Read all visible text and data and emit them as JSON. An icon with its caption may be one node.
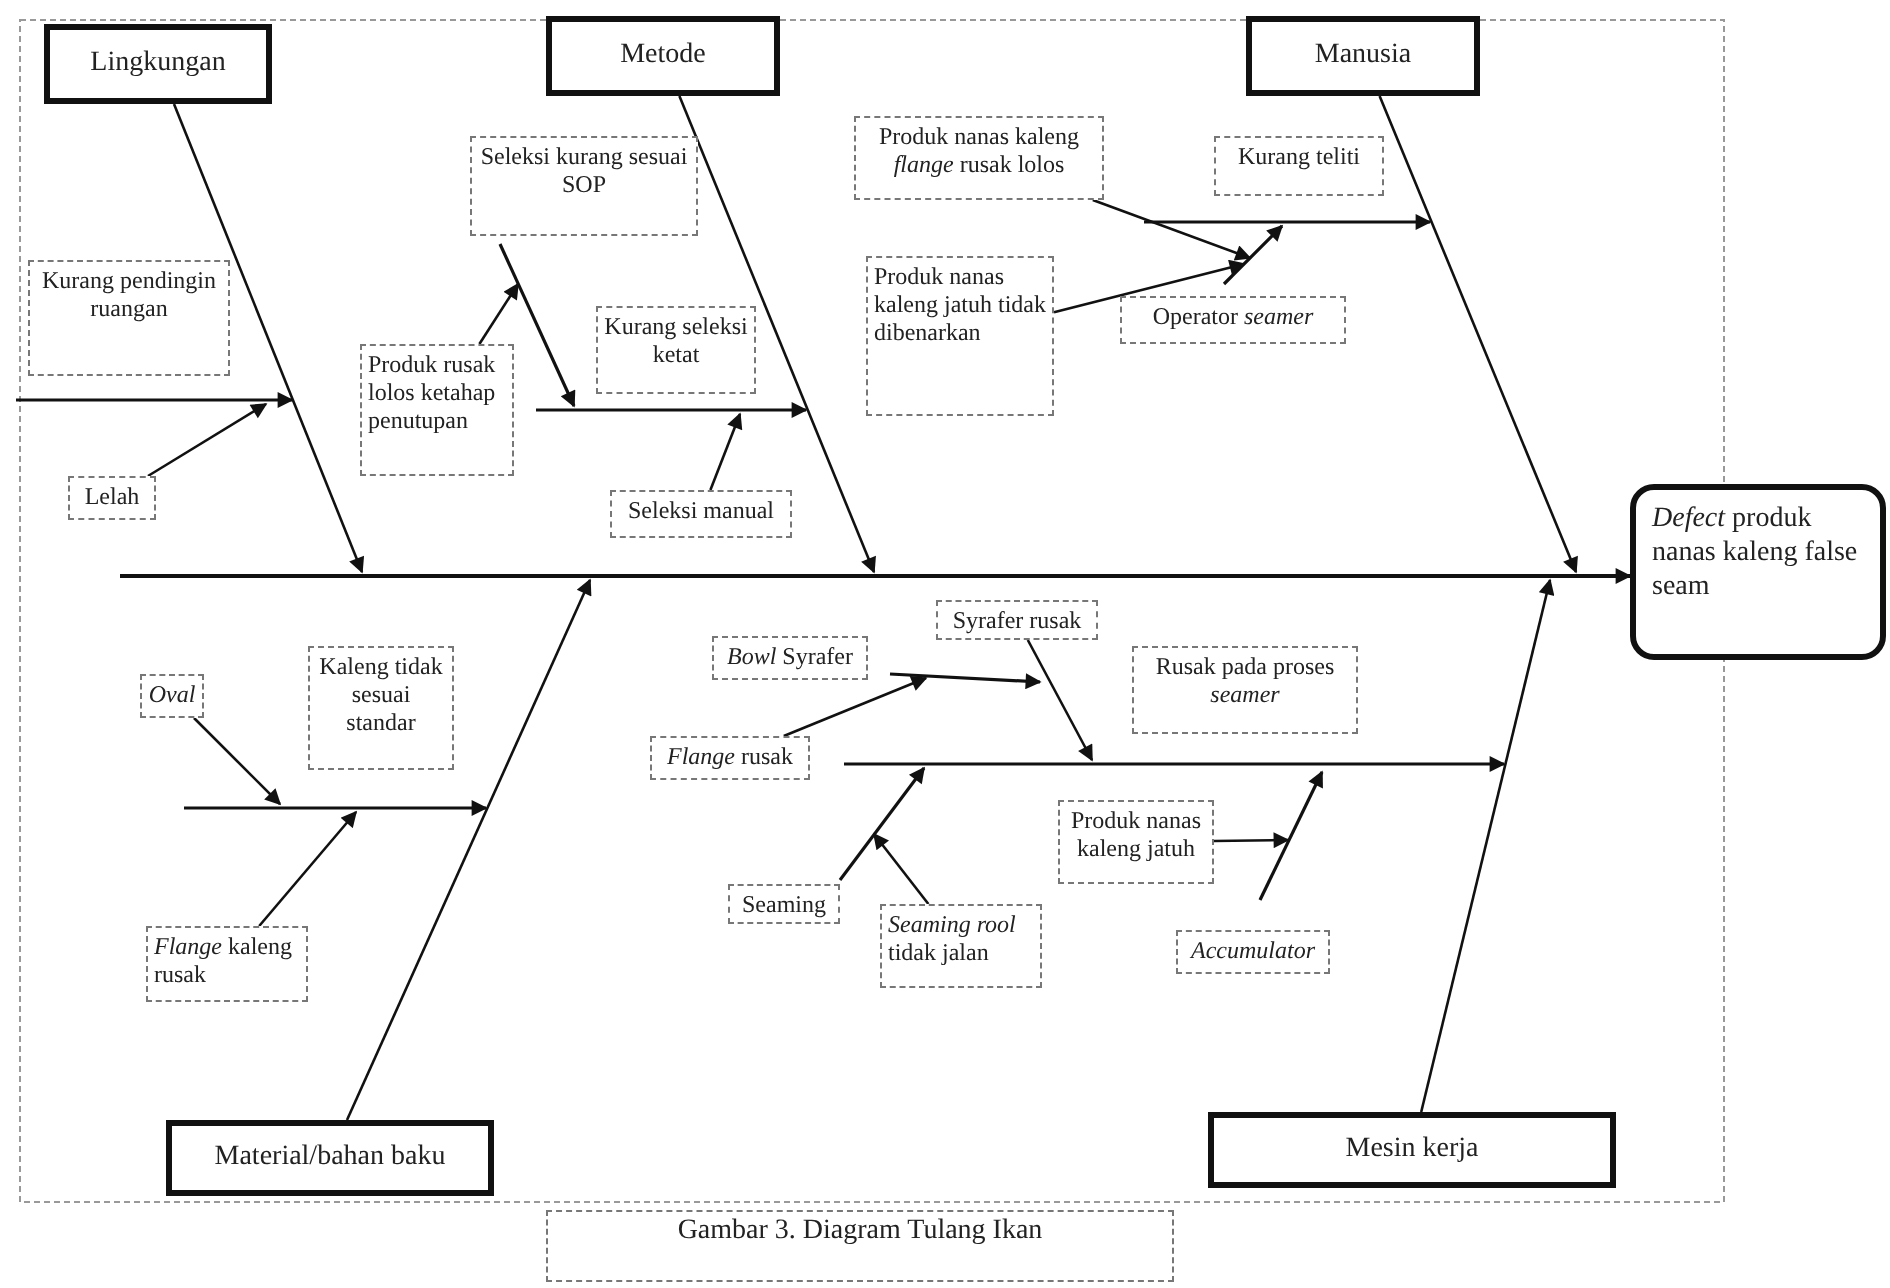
{
  "diagram": {
    "caption": "Gambar 3. Diagram Tulang Ikan",
    "nodes": [
      {
        "text": [
          "Lingkungan"
        ]
      },
      {
        "text": [
          "Metode"
        ]
      },
      {
        "text": [
          "Manusia"
        ]
      },
      {
        "text": [
          "Seleksi kurang sesuai SOP"
        ]
      },
      {
        "text": [
          "Produk nanas kaleng *flange* rusak lolos"
        ]
      },
      {
        "text": [
          "Kurang teliti"
        ]
      },
      {
        "text": [
          "Kurang pendingin ruangan"
        ]
      },
      {
        "text": [
          "Produk rusak lolos ketahap penutupan"
        ]
      },
      {
        "text": [
          "Kurang seleksi ketat"
        ]
      },
      {
        "text": [
          "Produk nanas kaleng jatuh tidak dibenarkan"
        ]
      },
      {
        "text": [
          "Operator *seamer*"
        ]
      },
      {
        "text": [
          "Lelah"
        ]
      },
      {
        "text": [
          "Seleksi manual"
        ]
      },
      {
        "text": [
          "*Defect* produk nanas kaleng false seam"
        ]
      },
      {
        "text": [
          "Syrafer rusak"
        ]
      },
      {
        "text": [
          "*Bowl* Syrafer"
        ]
      },
      {
        "text": [
          "Oval"
        ]
      },
      {
        "text": [
          "Kaleng tidak sesuai standar"
        ]
      },
      {
        "text": [
          "Rusak pada proses *seamer*"
        ]
      },
      {
        "text": [
          "*Flange* rusak"
        ]
      },
      {
        "text": [
          "Produk nanas kaleng jatuh"
        ]
      },
      {
        "text": [
          "Seaming"
        ]
      },
      {
        "text": [
          "*Seaming rool* tidak jalan"
        ]
      },
      {
        "text": [
          "*Flange* kaleng rusak"
        ]
      },
      {
        "text": [
          "Accumulator"
        ]
      },
      {
        "text": [
          "Material/bahan baku"
        ]
      },
      {
        "text": [
          "Mesin kerja"
        ]
      },
      {
        "text": [],
        "shape": "line"
      },
      {
        "text": [],
        "shape": "line"
      },
      {
        "text": [],
        "shape": "line"
      },
      {
        "text": [],
        "shape": "line"
      },
      {
        "text": [],
        "shape": "line"
      },
      {
        "text": [],
        "shape": "line"
      },
      {
        "text": [],
        "shape": "line"
      },
      {
        "text": [],
        "shape": "line"
      },
      {
        "text": [],
        "shape": "line"
      },
      {
        "text": [],
        "shape": "line"
      },
      {
        "text": [],
        "shape": "line"
      }
    ],
    "edges": [
      {
        "from": 0,
        "to": 27,
        "arrow": "to"
      },
      {
        "from": 1,
        "to": 27,
        "arrow": "to"
      },
      {
        "from": 2,
        "to": 27,
        "arrow": "to"
      },
      {
        "from": 25,
        "to": 27,
        "arrow": "to"
      },
      {
        "from": 26,
        "to": 27,
        "arrow": "to"
      },
      {
        "from": 27,
        "to": 13,
        "arrow": "to"
      },
      {
        "from": 11,
        "to": 28,
        "arrow": "to"
      },
      {
        "from": 7,
        "to": 29,
        "arrow": "to"
      },
      {
        "from": 12,
        "to": 30,
        "arrow": "to"
      },
      {
        "from": 4,
        "to": 31,
        "arrow": "to"
      },
      {
        "from": 9,
        "to": 31,
        "arrow": "to"
      },
      {
        "from": 16,
        "to": 33,
        "arrow": "to"
      },
      {
        "from": 23,
        "to": 33,
        "arrow": "to"
      },
      {
        "from": 19,
        "to": 34,
        "arrow": "to"
      },
      {
        "from": 14,
        "to": 36,
        "arrow": "to"
      },
      {
        "from": 22,
        "to": 35,
        "arrow": "to"
      },
      {
        "from": 20,
        "to": 37,
        "arrow": "to"
      }
    ]
  }
}
